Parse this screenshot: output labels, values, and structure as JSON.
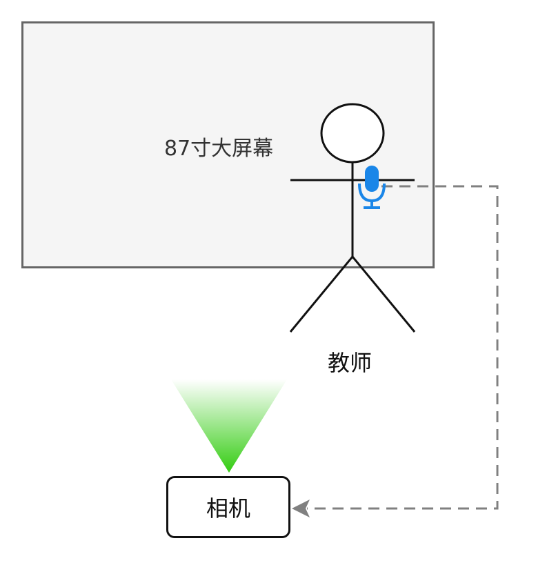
{
  "screen": {
    "label": "87寸大屏幕"
  },
  "teacher": {
    "label": "教师"
  },
  "camera": {
    "label": "相机"
  },
  "colors": {
    "screen_fill": "#f5f5f5",
    "screen_border": "#666666",
    "mic": "#1a86e8",
    "camera_cone_top": "#ffffff",
    "camera_cone_bottom": "#33cc11",
    "connector": "#808080"
  },
  "icons": {
    "microphone": "microphone-icon"
  }
}
